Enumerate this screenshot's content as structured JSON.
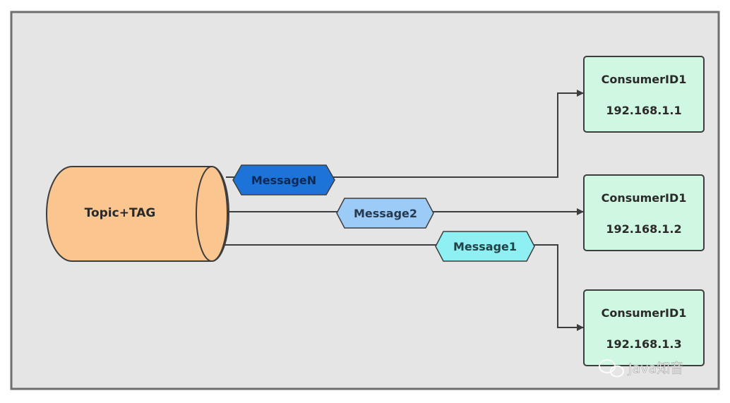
{
  "topic": {
    "label": "Topic+TAG"
  },
  "messages": [
    {
      "label": "MessageN",
      "fill": "#1e73d8",
      "text_color": "#0b2a55"
    },
    {
      "label": "Message2",
      "fill": "#9ccbf7",
      "text_color": "#26394f"
    },
    {
      "label": "Message1",
      "fill": "#8ef0f3",
      "text_color": "#214247"
    }
  ],
  "consumers": [
    {
      "id": "ConsumerID1",
      "ip": "192.168.1.1"
    },
    {
      "id": "ConsumerID1",
      "ip": "192.168.1.2"
    },
    {
      "id": "ConsumerID1",
      "ip": "192.168.1.3"
    }
  ],
  "watermark": {
    "text": "Java知音"
  },
  "colors": {
    "canvas_bg": "#e5e5e5",
    "cylinder_fill": "#fbc58f",
    "consumer_fill": "#d0f7e1",
    "stroke": "#3d3d3d"
  }
}
